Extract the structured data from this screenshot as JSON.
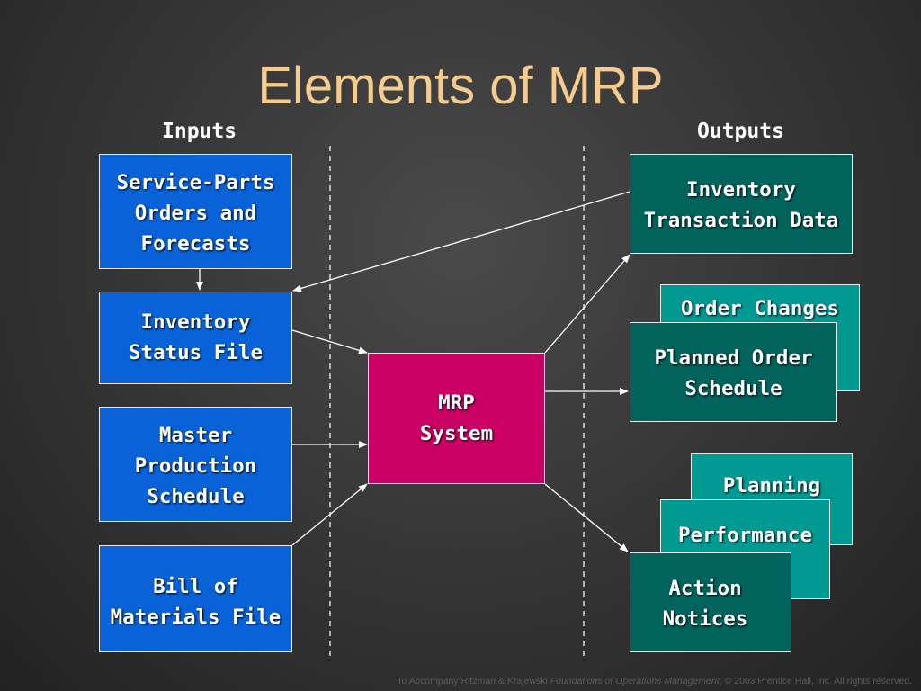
{
  "title": "Elements of MRP",
  "inputs_heading": "Inputs",
  "outputs_heading": "Outputs",
  "inputs": [
    {
      "line1": "Service-Parts",
      "line2": "Orders and",
      "line3": "Forecasts"
    },
    {
      "line1": "Inventory",
      "line2": "Status File"
    },
    {
      "line1": "Master",
      "line2": "Production",
      "line3": "Schedule"
    },
    {
      "line1": "Bill of",
      "line2": "Materials File"
    }
  ],
  "center": {
    "line1": "MRP",
    "line2": "System"
  },
  "outputs": {
    "inventory_transaction": {
      "line1": "Inventory",
      "line2": "Transaction Data"
    },
    "order_changes": "Order Changes",
    "planned_order": {
      "line1": "Planned Order",
      "line2": "Schedule"
    },
    "planning": "Planning",
    "performance": "Performance",
    "action_notices": {
      "line1": "Action",
      "line2": "Notices"
    }
  },
  "footer": {
    "prefix": "To Accompany Ritzman & Krajewski ",
    "book": "Foundations of Operations Management",
    "suffix": ", © 2003 Prentice Hall, Inc. All rights reserved."
  },
  "colors": {
    "title": "#f5cb8e",
    "input_box": "#0a62d8",
    "mrp_box": "#cb0064",
    "output_dark": "#00635c",
    "output_mid": "#009a92"
  }
}
